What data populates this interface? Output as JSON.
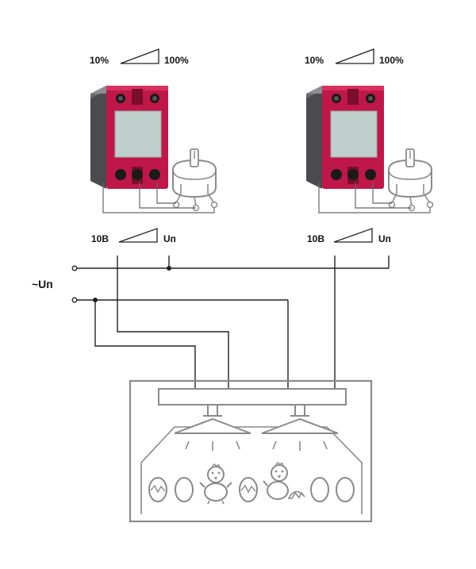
{
  "relays": [
    {
      "pct_min": "10%",
      "pct_max": "100%",
      "ctrl_min": "10B",
      "ctrl_max": "Uп"
    },
    {
      "pct_min": "10%",
      "pct_max": "100%",
      "ctrl_min": "10B",
      "ctrl_max": "Uп"
    }
  ],
  "supply_label": "~Uп",
  "colors": {
    "relay_body": "#c0174a",
    "relay_side": "#4a4a4f",
    "relay_panel": "#bfcfcc",
    "outline_gray": "#8a8a8a",
    "wire": "#222222"
  },
  "icons": [
    "solid-state-relay-icon",
    "potentiometer-icon",
    "ramp-icon",
    "heat-lamp-icon",
    "egg-icon",
    "chick-icon",
    "hatching-chick-icon"
  ]
}
